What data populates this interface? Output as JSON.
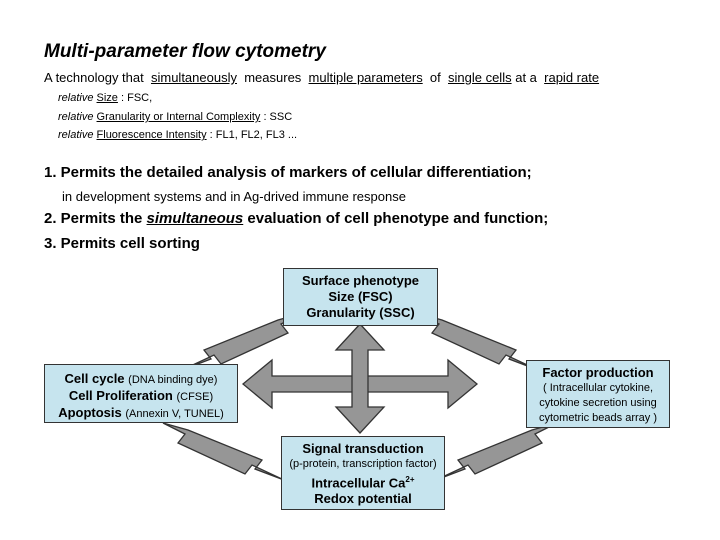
{
  "title": "Multi-parameter flow cytometry",
  "intro": {
    "prefix": "A technology that",
    "simultaneously": "simultaneously",
    "measures": "measures",
    "multiple": "multiple parameters",
    "of": "of",
    "single": "single cells",
    "at": "at a",
    "rapid": "rapid rate"
  },
  "relatives": [
    {
      "prefix": "relative",
      "term": "Size",
      "suffix": ": FSC,"
    },
    {
      "prefix": "relative",
      "term": "Granularity or Internal Complexity",
      "suffix": ": SSC"
    },
    {
      "prefix": "relative",
      "term": "Fluorescence Intensity",
      "suffix": ": FL1, FL2, FL3 ..."
    }
  ],
  "points": {
    "p1": "1. Permits the detailed analysis of markers of cellular differentiation;",
    "p1_sub": "in development systems and in Ag-drived immune response",
    "p2_pre": "2. Permits the",
    "p2_em": "simultaneous",
    "p2_post": "evaluation of cell phenotype and function;",
    "p3": "3. Permits cell sorting"
  },
  "boxes": {
    "top": {
      "line1": "Surface phenotype",
      "line2": "Size (FSC)",
      "line3": "Granularity (SSC)"
    },
    "left": {
      "l1_bold": "Cell cycle",
      "l1_small": "(DNA binding dye)",
      "l2_bold": "Cell Proliferation",
      "l2_small": "(CFSE)",
      "l3_bold": "Apoptosis",
      "l3_small": "(Annexin V, TUNEL)"
    },
    "right": {
      "title": "Factor production",
      "l1": "( Intracellular cytokine,",
      "l2": "cytokine secretion using",
      "l3": "cytometric beads array )"
    },
    "bottom": {
      "title": "Signal transduction",
      "sub": "(p-protein, transcription factor)",
      "l3_pre": "Intracellular Ca",
      "l3_sup": "2+",
      "l4": "Redox potential"
    }
  },
  "colors": {
    "box_fill": "#c6e4ee",
    "arrow_fill": "#969696",
    "arrow_stroke": "#333333"
  }
}
